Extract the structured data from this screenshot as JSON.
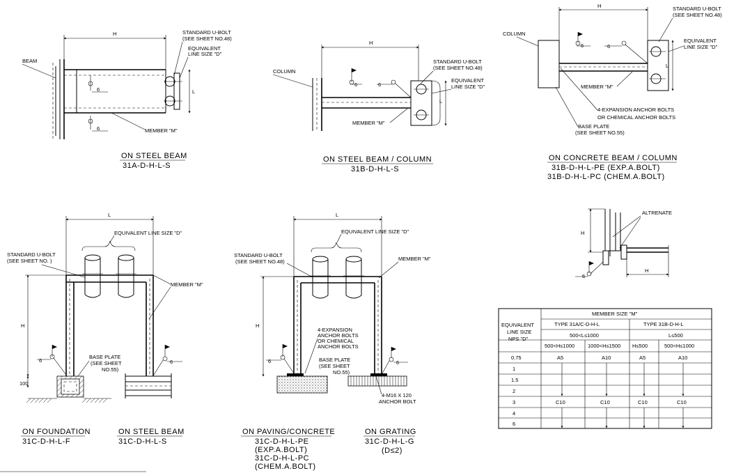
{
  "top_left": {
    "dim_h": "H",
    "beam": "BEAM",
    "u_bolt_1": "STANDARD U-BOLT",
    "u_bolt_2": "(SEE SHEET NO.48)",
    "equiv_1": "EQUIVALENT",
    "equiv_2": "LINE SIZE \"D\"",
    "dim_l": "L",
    "member": "MEMBER \"M\"",
    "weld_a": "6",
    "weld_b": "6",
    "caption_1": "ON STEEL BEAM",
    "caption_2": "31A-D-H-L-S"
  },
  "top_middle": {
    "dim_h": "H",
    "column": "COLUMN",
    "u_bolt_1": "STANDARD U-BOLT",
    "u_bolt_2": "(SEE SHEET NO.48)",
    "equiv_1": "EQUIVALENT",
    "equiv_2": "LINE SIZE \"D\"",
    "dim_l": "L",
    "member": "MEMBER \"M\"",
    "weld_a": "6",
    "weld_b": "6",
    "caption_1": "ON STEEL BEAM / COLUMN",
    "caption_2": "31B-D-H-L-S"
  },
  "top_right": {
    "dim_h": "H",
    "column": "COLUMN",
    "u_bolt_1": "STANDARD U-BOLT",
    "u_bolt_2": "(SEE SHEET NO.48)",
    "equiv_1": "EQUIVALENT",
    "equiv_2": "LINE SIZE \"D\"",
    "dim_l": "L",
    "member": "MEMBER \"M\"",
    "anchor_1": "4-EXPANSION ANCHOR BOLTS",
    "anchor_2": "OR CHEMICAL ANCHOR BOLTS",
    "base_1": "BASE PLATE",
    "base_2": "(SEE SHEET NO.55)",
    "weld_a": "6",
    "weld_b": "6",
    "caption_1": "ON CONCRETE BEAM / COLUMN",
    "caption_2": "31B-D-H-L-PE (EXP.A.BOLT)",
    "caption_3": "31B-D-H-L-PC (CHEM.A.BOLT)"
  },
  "bottom_left": {
    "dim_l": "L",
    "dim_h": "H",
    "dim_100": "100",
    "equiv": "EQUIVALENT LINE SIZE \"D\"",
    "u_bolt_1": "STANDARD U-BOLT",
    "u_bolt_2": "(SEE SHEET NO. )",
    "member": "MEMBER \"M\"",
    "base_1": "BASE PLATE",
    "base_2": "(SEE SHEET",
    "base_3": "NO.55)",
    "weld_a": "6",
    "weld_b": "6",
    "caption_a1": "ON FOUNDATION",
    "caption_a2": "31C-D-H-L-F",
    "caption_b1": "ON STEEL BEAM",
    "caption_b2": "31C-D-H-L-S"
  },
  "bottom_middle": {
    "dim_l": "L",
    "dim_h": "H",
    "equiv": "EQUIVALENT LINE SIZE \"D\"",
    "u_bolt_1": "STANDARD U-BOLT",
    "u_bolt_2": "(SEE SHEET NO.48)",
    "member": "MEMBER \"M\"",
    "anchor_1": "4-EXPANSION",
    "anchor_2": "ANCHOR BOLTS",
    "anchor_3": "OR CHEMICAL",
    "anchor_4": "ANCHOR BOLTS",
    "base_1": "BASE PLATE",
    "base_2": "(SEE SHEET",
    "base_3": "NO.55)",
    "bolt_1": "4-M16 X 120",
    "bolt_2": "ANCHOR BOLT",
    "weld_a": "6",
    "weld_b": "6",
    "caption_a1": "ON PAVING/CONCRETE",
    "caption_a2": "31C-D-H-L-PE",
    "caption_a3": "(EXP.A.BOLT)",
    "caption_a4": "31C-D-H-L-PC",
    "caption_a5": "(CHEM.A.BOLT)",
    "caption_b1": "ON GRATING",
    "caption_b2": "31C-D-H-L-G",
    "caption_b3": "(D≤2)"
  },
  "alternate": {
    "label": "ALTRENATE",
    "dim_h1": "H",
    "dim_h2": "H",
    "weld": "6"
  },
  "table": {
    "title": "MEMBER SIZE \"M\"",
    "row_header": [
      "EQUIVALENT",
      "LINE SIZE",
      "NPS \"D\""
    ],
    "type_a": "TYPE 31A/C-D-H-L",
    "type_b": "TYPE 31B-D-H-L",
    "range_a": "500<L≤1000",
    "range_b": "L≤500",
    "h_cols": [
      "500<H≤1000",
      "1000<H≤1500",
      "H≤500",
      "500<H≤1000"
    ],
    "rows": [
      {
        "size": "0.75",
        "cells": [
          "A5",
          "A10",
          "A5",
          "A10"
        ]
      },
      {
        "size": "1",
        "cells": [
          "",
          "",
          "",
          ""
        ]
      },
      {
        "size": "1.5",
        "cells": [
          "",
          "",
          "",
          ""
        ]
      },
      {
        "size": "2",
        "cells": [
          "",
          "",
          "",
          ""
        ]
      },
      {
        "size": "3",
        "cells": [
          "C10",
          "C10",
          "C10",
          "C10"
        ]
      },
      {
        "size": "4",
        "cells": [
          "",
          "",
          "",
          ""
        ]
      },
      {
        "size": "6",
        "cells": [
          "",
          "",
          "",
          ""
        ]
      }
    ]
  }
}
